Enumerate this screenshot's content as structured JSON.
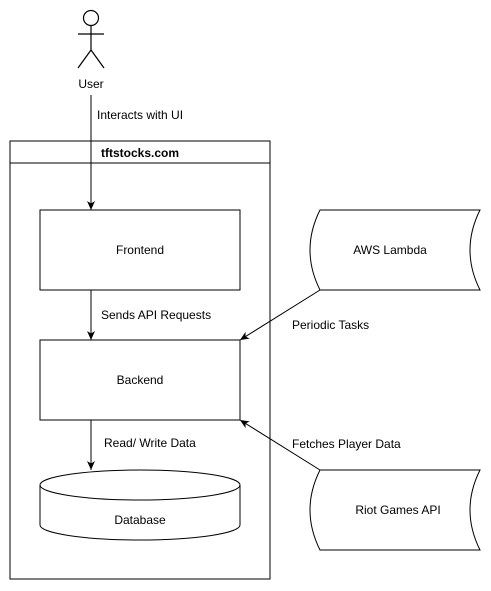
{
  "actor": {
    "label": "User"
  },
  "container": {
    "title": "tftstocks.com"
  },
  "nodes": {
    "frontend": "Frontend",
    "backend": "Backend",
    "database": "Database",
    "aws_lambda": "AWS Lambda",
    "riot_api": "Riot Games API"
  },
  "edges": {
    "user_to_frontend": "Interacts with UI",
    "frontend_to_backend": "Sends API Requests",
    "lambda_to_backend": "Periodic Tasks",
    "riot_to_backend": "Fetches Player Data",
    "backend_to_database": "Read/ Write Data"
  },
  "colors": {
    "stroke": "#000000",
    "fill": "#ffffff"
  }
}
